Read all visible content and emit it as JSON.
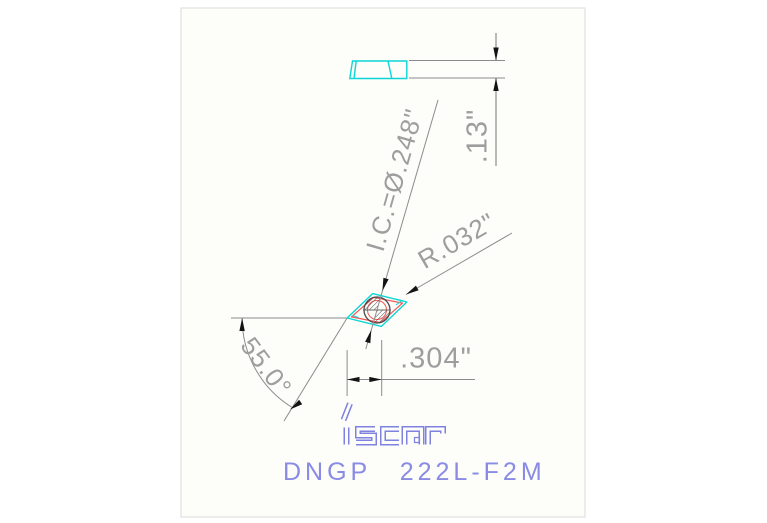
{
  "drawing": {
    "brand": "iscar",
    "part_number": "DNGP 222L-F2M",
    "dimensions": {
      "inscribed_circle": "I.C.=Ø.248\"",
      "thickness": ".13\"",
      "corner_radius": "R.032\"",
      "included_angle": "55.0°",
      "length": ".304\""
    },
    "colors": {
      "insert_outline_cyan": "#0cd6d6",
      "secondary_contour_red": "#ef5858",
      "dimension_line_gray": "#8c8c8c",
      "dimension_text_gray": "#9e9e9e",
      "arrow_black": "#141414",
      "brand_blue": "#898be4",
      "sheet_border": "#dbdbdb"
    }
  }
}
